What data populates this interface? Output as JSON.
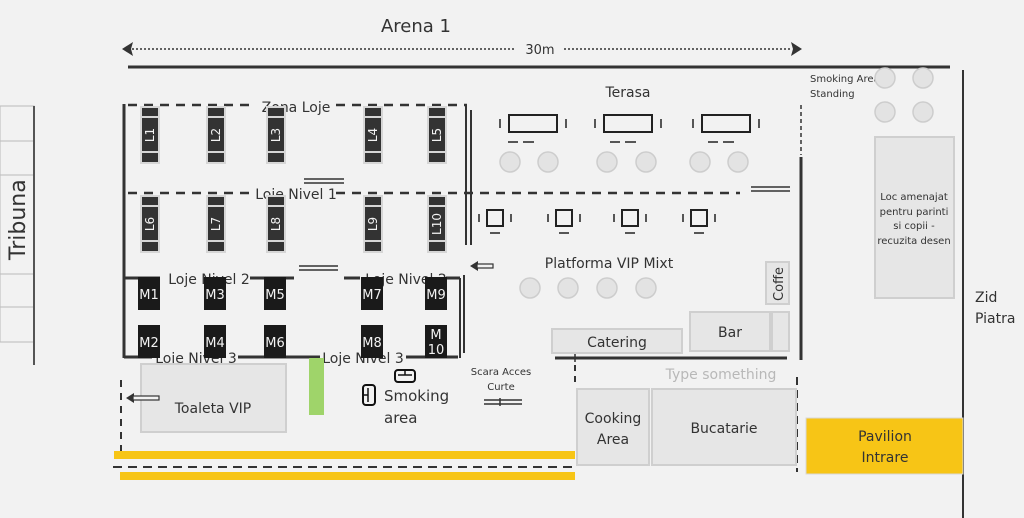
{
  "title": "Arena 1",
  "dimension_label": "30m",
  "colors": {
    "background": "#f2f2f2",
    "pavilion": "#f7c516",
    "walkway": "#f7c516",
    "green_strip": "#9fd46a",
    "wall": "#333333"
  },
  "labels": {
    "tribuna": "Tribuna",
    "zona_loje": "Zona Loje",
    "loje_nivel_1": "Loje Nivel 1",
    "loje_nivel_2_left": "Loje Nivel 2",
    "loje_nivel_2_right": "Loje Nivel 2",
    "loje_nivel_3_left": "Loje Nivel 3",
    "loje_nivel_3_right": "Loje Nivel 3",
    "terasa": "Terasa",
    "platforma": "Platforma VIP Mixt",
    "smoking_standing_1": "Smoking Area",
    "smoking_standing_2": "Standing",
    "loc_amenajat": [
      "Loc amenajat",
      "pentru parinti",
      "si copii -",
      "recuzita desen"
    ],
    "zid_1": "Zid",
    "zid_2": "Piatra",
    "coffe": "Coffe",
    "bar": "Bar",
    "catering": "Catering",
    "toaleta": "Toaleta VIP",
    "smoking_area_1": "Smoking",
    "smoking_area_2": "area",
    "scara_1": "Scara Acces",
    "scara_2": "Curte",
    "type_something": "Type something",
    "cooking_1": "Cooking",
    "cooking_2": "Area",
    "bucatarie": "Bucatarie",
    "pavilion_1": "Pavilion",
    "pavilion_2": "Intrare"
  },
  "loje_row1": [
    "L1",
    "L2",
    "L3",
    "L4",
    "L5"
  ],
  "loje_row2": [
    "L6",
    "L7",
    "L8",
    "L9",
    "L10"
  ],
  "mese_row1": [
    "M1",
    "M3",
    "M5",
    "M7",
    "M9"
  ],
  "mese_row2": [
    "M2",
    "M4",
    "M6",
    "M8",
    "M 10"
  ]
}
